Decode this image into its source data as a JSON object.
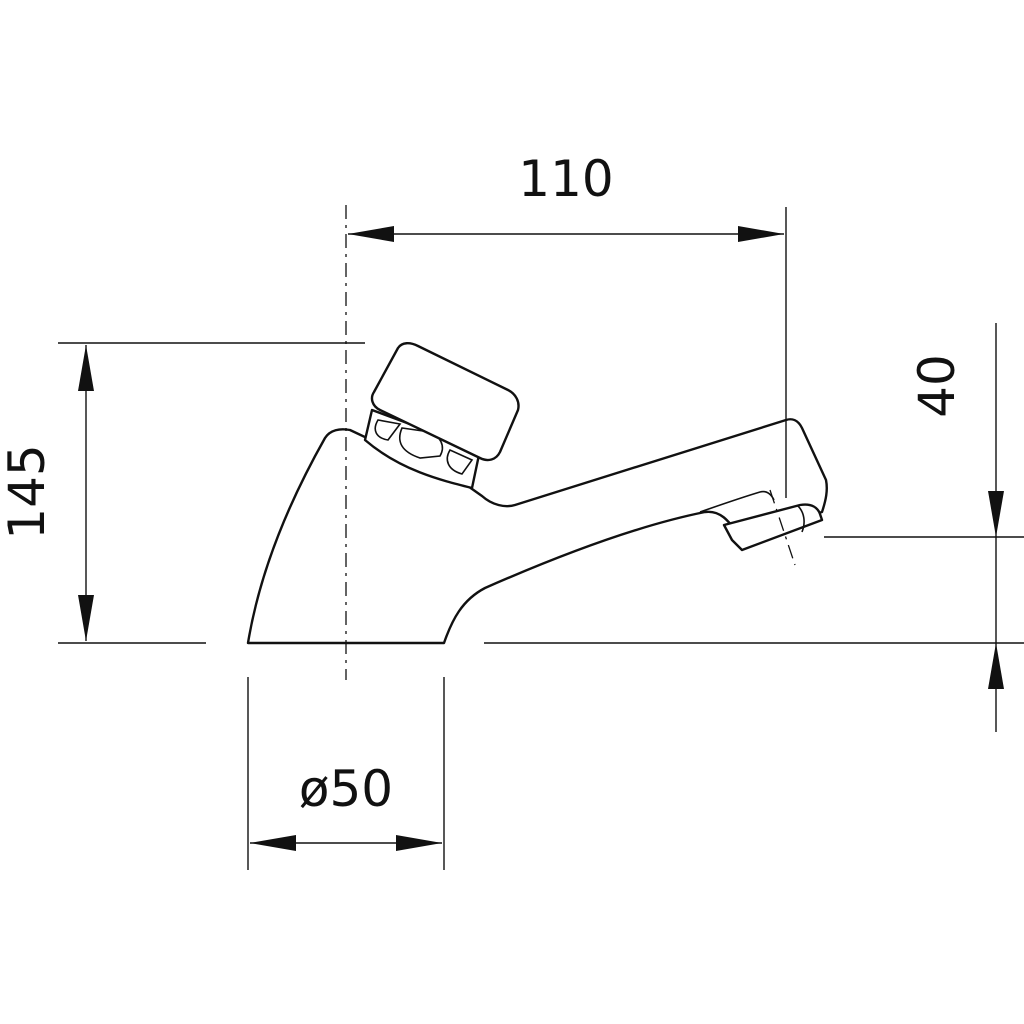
{
  "dimensions": {
    "width_label": "110",
    "height_label": "145",
    "spout_height_label": "40",
    "base_diameter_label": "ø50"
  }
}
